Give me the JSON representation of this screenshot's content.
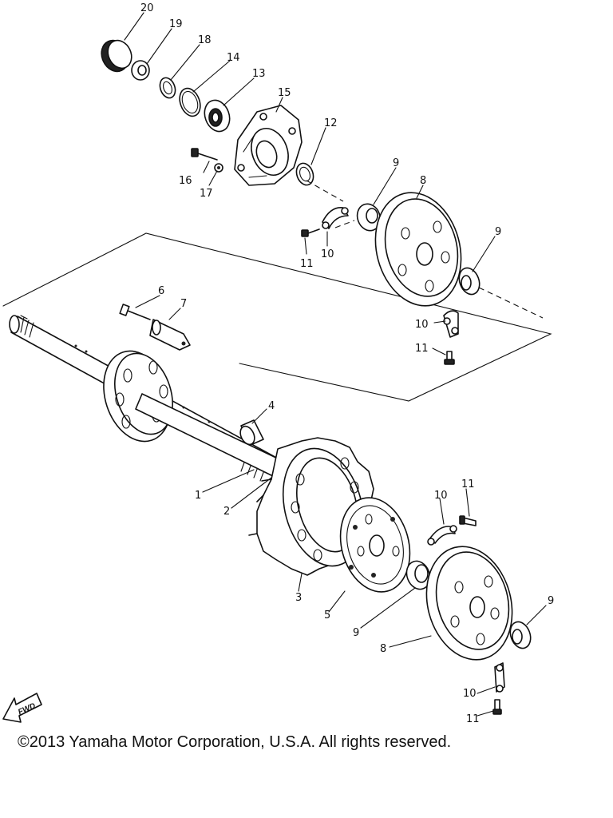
{
  "diagram": {
    "callouts": {
      "c1": "1",
      "c2": "2",
      "c3": "3",
      "c4": "4",
      "c5": "5",
      "c6": "6",
      "c7": "7",
      "c8a": "8",
      "c8b": "8",
      "c9a": "9",
      "c9b": "9",
      "c9c": "9",
      "c9d": "9",
      "c10a": "10",
      "c10b": "10",
      "c10c": "10",
      "c10d": "10",
      "c11a": "11",
      "c11b": "11",
      "c11c": "11",
      "c11d": "11",
      "c12": "12",
      "c13": "13",
      "c14": "14",
      "c15": "15",
      "c16": "16",
      "c17": "17",
      "c18": "18",
      "c19": "19",
      "c20": "20"
    },
    "fwd_label": "FWD"
  },
  "footer": {
    "copyright": "©2013 Yamaha Motor Corporation, U.S.A. All rights reserved."
  }
}
